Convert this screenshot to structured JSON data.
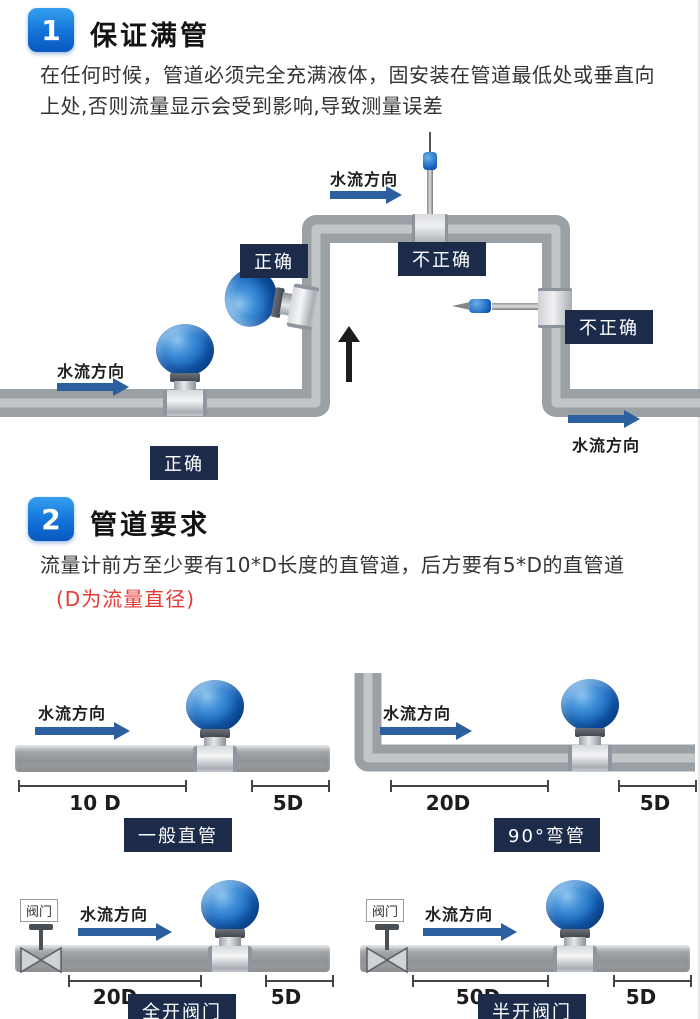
{
  "section1": {
    "number": "1",
    "title": "保证满管",
    "body": "在任何时候，管道必须完全充满液体，固安装在管道最低处或垂直向上处,否则流量显示会受到影响,导致测量误差"
  },
  "section2": {
    "number": "2",
    "title": "管道要求",
    "body": "流量计前方至少要有10*D长度的直管道，后方要有5*D的直管道",
    "note": "(D为流量直径)"
  },
  "labels": {
    "flow_direction": "水流方向",
    "correct": "正确",
    "incorrect": "不正确",
    "valve": "阀门"
  },
  "cells": [
    {
      "dim_front": "10 D",
      "dim_back": "5D",
      "caption": "一般直管"
    },
    {
      "dim_front": "20D",
      "dim_back": "5D",
      "caption": "90°弯管"
    },
    {
      "dim_front": "20D",
      "dim_back": "5D",
      "caption": "全开阀门"
    },
    {
      "dim_front": "50D",
      "dim_back": "5D",
      "caption": "半开阀门"
    }
  ],
  "colors": {
    "accent_blue": "#1272d8",
    "badge_navy": "#1c2b4a",
    "arrow_blue": "#2b5f9e",
    "note_red": "#e53935",
    "pipe_gray": "#9aa0a4"
  }
}
